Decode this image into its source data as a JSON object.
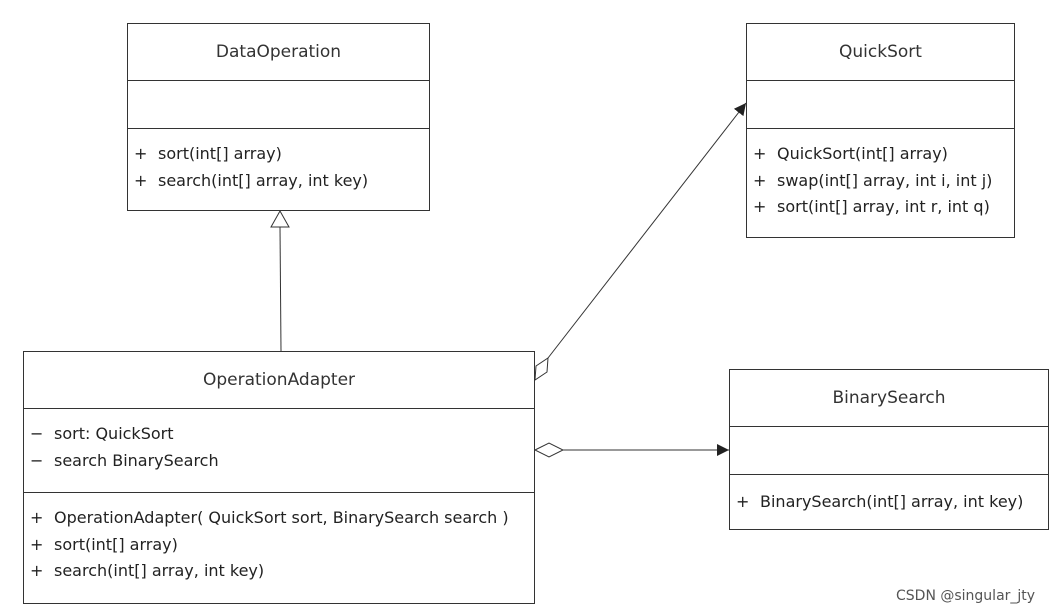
{
  "classes": {
    "data_operation": {
      "name": "DataOperation",
      "attributes": [],
      "operations": [
        {
          "vis": "+",
          "text": "sort(int[] array)"
        },
        {
          "vis": "+",
          "text": "search(int[] array, int key)"
        }
      ]
    },
    "quick_sort": {
      "name": "QuickSort",
      "attributes": [],
      "operations": [
        {
          "vis": "+",
          "text": "QuickSort(int[] array)"
        },
        {
          "vis": "+",
          "text": "swap(int[] array, int i, int j)"
        },
        {
          "vis": "+",
          "text": "sort(int[] array, int r, int q)"
        }
      ]
    },
    "operation_adapter": {
      "name": "OperationAdapter",
      "attributes": [
        {
          "vis": "−",
          "text": "sort: QuickSort"
        },
        {
          "vis": "−",
          "text": "search BinarySearch"
        }
      ],
      "operations": [
        {
          "vis": "+",
          "text": "OperationAdapter( QuickSort sort, BinarySearch search )"
        },
        {
          "vis": "+",
          "text": "sort(int[] array)"
        },
        {
          "vis": "+",
          "text": "search(int[] array, int key)"
        }
      ]
    },
    "binary_search": {
      "name": "BinarySearch",
      "attributes": [],
      "operations": [
        {
          "vis": "+",
          "text": "BinarySearch(int[] array, int key)"
        }
      ]
    }
  },
  "relations": [
    {
      "type": "generalization",
      "from": "OperationAdapter",
      "to": "DataOperation"
    },
    {
      "type": "aggregation",
      "from": "OperationAdapter",
      "to": "QuickSort"
    },
    {
      "type": "aggregation",
      "from": "OperationAdapter",
      "to": "BinarySearch"
    }
  ],
  "watermark": "CSDN @singular_jty",
  "colors": {
    "line": "#333333",
    "text": "#222222",
    "background": "#ffffff"
  }
}
